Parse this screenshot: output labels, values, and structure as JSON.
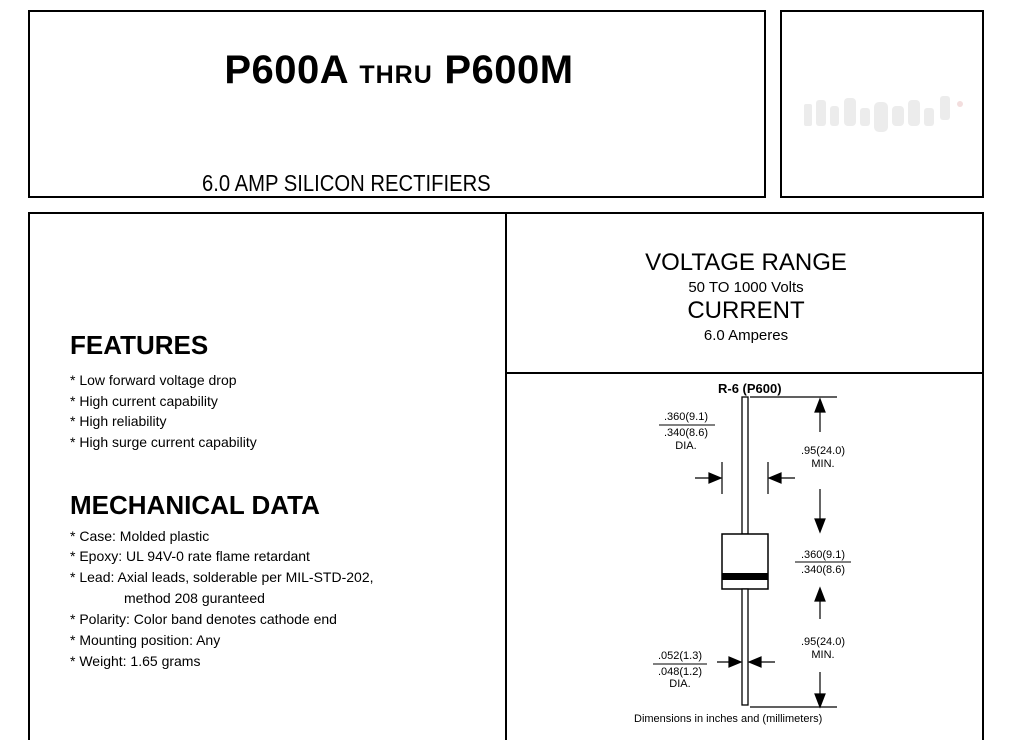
{
  "header": {
    "part_from": "P600A",
    "thru": "THRU",
    "part_to": "P600M",
    "subtitle": "6.0 AMP SILICON RECTIFIERS"
  },
  "logo": {
    "icon": "manufacturer-logo-faded"
  },
  "features": {
    "heading": "FEATURES",
    "items": [
      "* Low forward voltage drop",
      "* High current capability",
      "* High reliability",
      "* High surge current capability"
    ]
  },
  "mechanical": {
    "heading": "MECHANICAL DATA",
    "items": [
      "* Case: Molded plastic",
      "* Epoxy: UL 94V-0 rate flame retardant",
      "* Lead: Axial leads, solderable per MIL-STD-202,",
      "method 208 guranteed",
      "* Polarity: Color band denotes cathode end",
      "* Mounting position: Any",
      "* Weight: 1.65 grams"
    ]
  },
  "ratings": {
    "voltage_heading": "VOLTAGE RANGE",
    "voltage_value": "50 TO 1000 Volts",
    "current_heading": "CURRENT",
    "current_value": "6.0 Amperes"
  },
  "diagram": {
    "package": "R-6 (P600)",
    "body_dia_top": ".360(9.1)",
    "body_dia_bottom": ".340(8.6)",
    "body_dia_suffix": "DIA.",
    "lead_len_top": ".95(24.0)",
    "lead_len_top_suffix": "MIN.",
    "body_len_top": ".360(9.1)",
    "body_len_bottom": ".340(8.6)",
    "lead_len_bottom": ".95(24.0)",
    "lead_len_bottom_suffix": "MIN.",
    "lead_dia_top": ".052(1.3)",
    "lead_dia_bottom": ".048(1.2)",
    "lead_dia_suffix": "DIA.",
    "note": "Dimensions in inches and (millimeters)"
  }
}
